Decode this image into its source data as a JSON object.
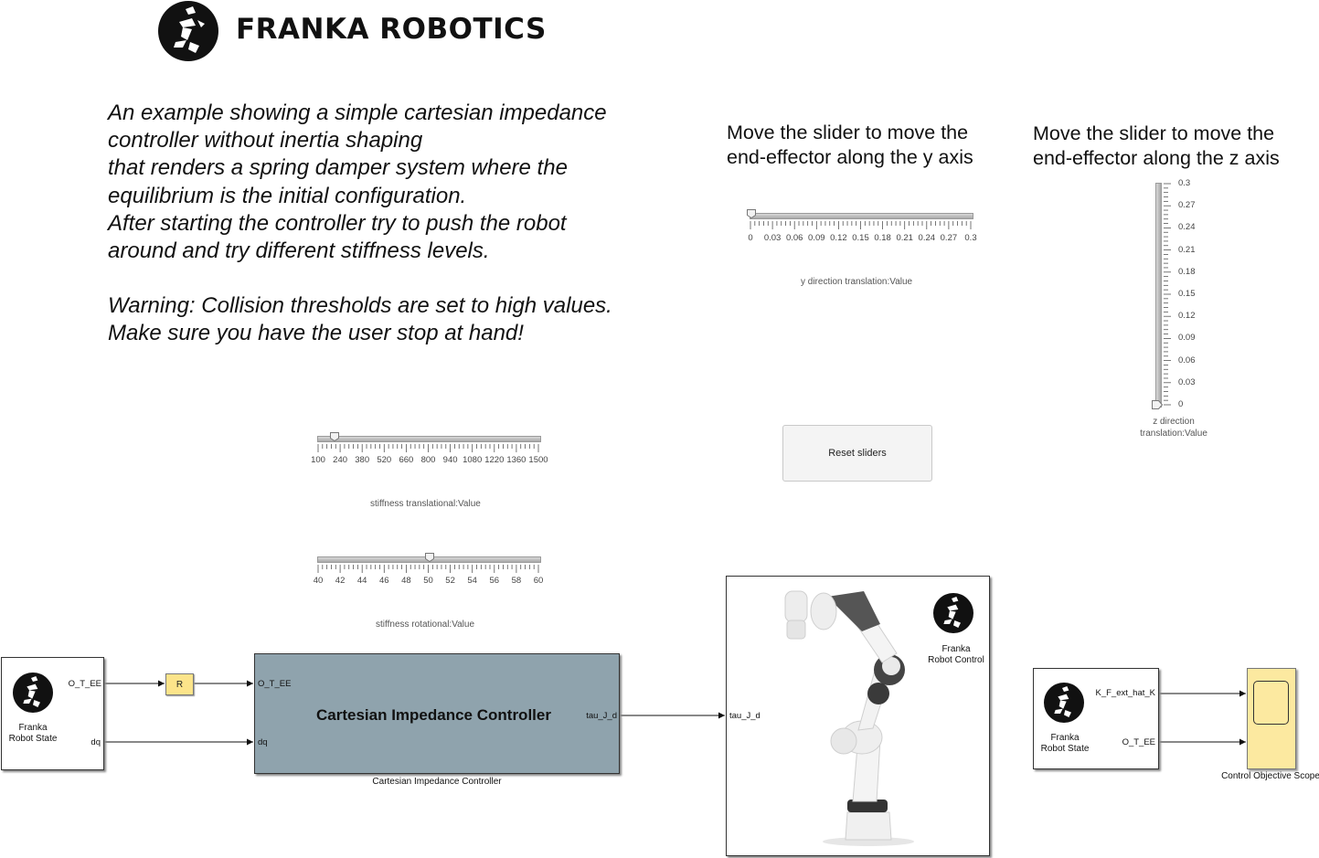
{
  "logo": {
    "text": "FRANKA ROBOTICS",
    "icon": "franka-logo-icon"
  },
  "description": {
    "lines": [
      "An example showing a simple cartesian impedance",
      "controller without inertia shaping",
      "that renders a spring damper system where the",
      "equilibrium is the initial configuration.",
      "After starting the controller try to push the robot",
      "around and try different stiffness levels."
    ],
    "warning": [
      "Warning: Collision thresholds are set to high values.",
      "Make sure you have the user stop at hand!"
    ]
  },
  "y_slider": {
    "instruction": [
      "Move the slider to move the",
      "end-effector along the y axis"
    ],
    "ticks": [
      "0",
      "0.03",
      "0.06",
      "0.09",
      "0.12",
      "0.15",
      "0.18",
      "0.21",
      "0.24",
      "0.27",
      "0.3"
    ],
    "caption": "y direction translation:Value",
    "value": 0
  },
  "z_slider": {
    "instruction": [
      "Move the slider to move the",
      "end-effector along the z axis"
    ],
    "ticks": [
      "0.3",
      "0.27",
      "0.24",
      "0.21",
      "0.18",
      "0.15",
      "0.12",
      "0.09",
      "0.06",
      "0.03",
      "0"
    ],
    "caption": [
      "z direction",
      "translation:Value"
    ],
    "value": 0
  },
  "stiffness_translational": {
    "ticks": [
      "100",
      "240",
      "380",
      "520",
      "660",
      "800",
      "940",
      "1080",
      "1220",
      "1360",
      "1500"
    ],
    "caption": "stiffness translational:Value",
    "value": 200
  },
  "stiffness_rotational": {
    "ticks": [
      "40",
      "42",
      "44",
      "46",
      "48",
      "50",
      "52",
      "54",
      "56",
      "58",
      "60"
    ],
    "caption": "stiffness rotational:Value",
    "value": 50
  },
  "reset_button": {
    "label": "Reset sliders"
  },
  "robot_state_block": {
    "name": [
      "Franka",
      "Robot State"
    ],
    "ports": [
      "O_T_EE",
      "dq"
    ]
  },
  "gain_block": {
    "label": "R"
  },
  "controller_block": {
    "title": "Cartesian Impedance Controller",
    "inputs": [
      "O_T_EE",
      "dq"
    ],
    "output": "tau_J_d",
    "name": "Cartesian Impedance Controller"
  },
  "robot_control_block": {
    "name": [
      "Franka",
      "Robot Control"
    ],
    "input": "tau_J_d"
  },
  "robot_state_block_2": {
    "name": [
      "Franka",
      "Robot State"
    ],
    "ports": [
      "K_F_ext_hat_K",
      "O_T_EE"
    ]
  },
  "scope_block": {
    "name": "Control Objective Scope"
  }
}
